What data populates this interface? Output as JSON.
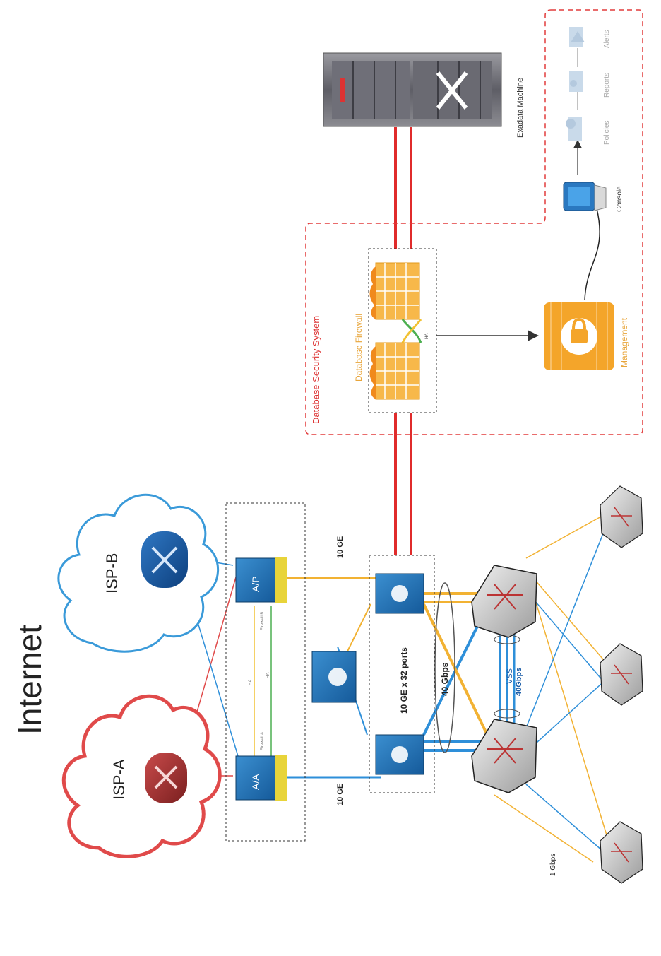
{
  "title": "Internet",
  "clouds": {
    "isp_a": "ISP-A",
    "isp_b": "ISP-B"
  },
  "firewalls": {
    "aa": "A/A",
    "ap": "A/P",
    "link_a": "Firewall A",
    "link_b": "Firewall B",
    "ha1": "HA",
    "ha2": "HA"
  },
  "links": {
    "ge_left": "10 GE",
    "ge_right": "10 GE",
    "core_ports": "10 GE x 32 ports",
    "bundle": "40 Gbps",
    "vss": "VSS",
    "vss_speed": "40Gbps",
    "access_speed": "1 Gbps"
  },
  "security": {
    "system_label": "Database Security System",
    "db_firewall": "Database Firewall",
    "ha": "HA",
    "management": "Management",
    "console": "Console",
    "exadata": "Exadata Machine",
    "policies": "Policies",
    "reports": "Reports",
    "alerts": "Alerts"
  },
  "colors": {
    "isp_a": "#e04a4a",
    "isp_b": "#2f8fd6",
    "orange": "#f3a51c",
    "red_link": "#e02b2b",
    "blue_link": "#2e8fd9",
    "yellow_link": "#f2b233",
    "dashed_red": "#e23b3b"
  }
}
